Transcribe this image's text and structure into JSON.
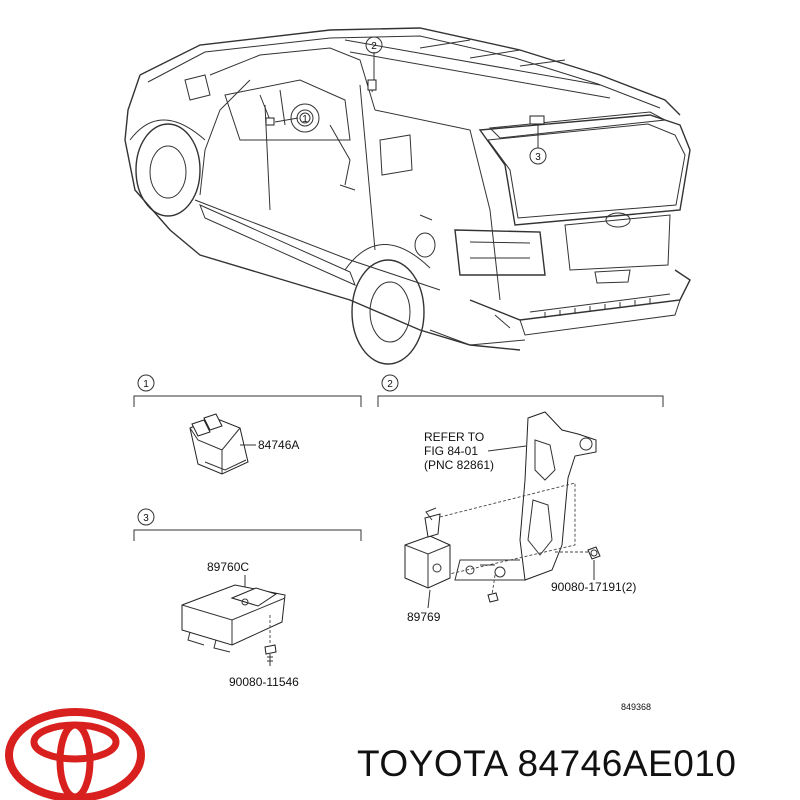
{
  "callouts": {
    "c1": "1",
    "c2": "2",
    "c3": "3"
  },
  "parts": {
    "p84746a": "84746A",
    "p89760c": "89760C",
    "p90080_11546": "90080-11546",
    "p89769": "89769",
    "p90080_17191": "90080-17191(2)"
  },
  "refer": {
    "line1": "REFER TO",
    "line2": "FIG 84-01",
    "line3": "(PNC 82861)"
  },
  "diagram_code": "849368",
  "footer": {
    "brand_part": "TOYOTA 84746AE010"
  },
  "logo_color": "#d8201f"
}
